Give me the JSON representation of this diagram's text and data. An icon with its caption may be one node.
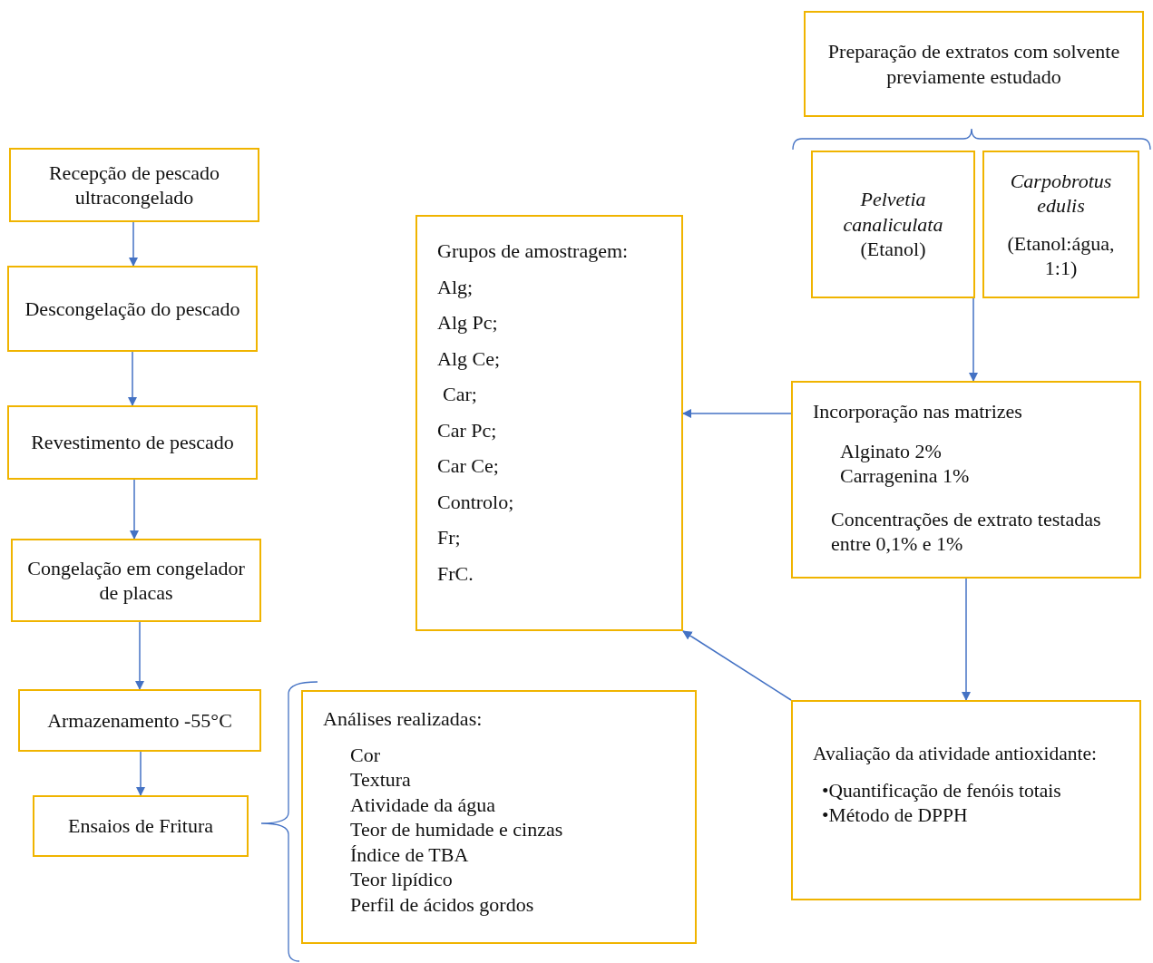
{
  "diagram": {
    "nodes": [
      {
        "text": [
          "Recepção de pescado ultracongelado"
        ]
      },
      {
        "text": [
          "Descongelação do pescado"
        ]
      },
      {
        "text": [
          "Revestimento de pescado"
        ]
      },
      {
        "text": [
          "Congelação em congelador de placas"
        ]
      },
      {
        "text": [
          "Armazenamento  -55°C"
        ]
      },
      {
        "text": [
          "Ensaios de Fritura"
        ]
      },
      {
        "text": [
          "Análises realizadas:",
          "Cor",
          "Textura",
          "Atividade da água",
          "Teor de humidade e cinzas",
          "Índice de TBA",
          "Teor lipídico",
          "Perfil de ácidos gordos"
        ]
      },
      {
        "text": [
          "Grupos de amostragem:",
          "Alg;",
          "Alg Pc;",
          "Alg Ce;",
          "Car;",
          "Car Pc;",
          "Car Ce;",
          "Controlo;",
          "Fr;",
          "FrC."
        ]
      },
      {
        "text": [
          "Preparação de extratos com solvente previamente estudado"
        ]
      },
      {
        "text": [
          "Pelvetia canaliculata",
          "(Etanol)"
        ]
      },
      {
        "text": [
          "Carpobrotus edulis",
          "(Etanol:água, 1:1)"
        ]
      },
      {
        "text": [
          "Incorporação nas matrizes",
          "Alginato 2%",
          "Carragenina  1%",
          "Concentrações de extrato testadas entre 0,1% e 1%"
        ]
      },
      {
        "text": [
          "Avaliação da atividade antioxidante:",
          "•Quantificação de fenóis totais",
          "•Método de DPPH"
        ]
      }
    ],
    "edges": [
      {
        "from": 0,
        "to": 1,
        "arrow": "to"
      },
      {
        "from": 1,
        "to": 2,
        "arrow": "to"
      },
      {
        "from": 2,
        "to": 3,
        "arrow": "to"
      },
      {
        "from": 3,
        "to": 4,
        "arrow": "to"
      },
      {
        "from": 4,
        "to": 5,
        "arrow": "to"
      },
      {
        "from": 9,
        "to": 11,
        "arrow": "to"
      },
      {
        "from": 11,
        "to": 7,
        "arrow": "to"
      },
      {
        "from": 11,
        "to": 12,
        "arrow": "to"
      },
      {
        "from": 12,
        "to": 7,
        "arrow": "to"
      }
    ]
  }
}
